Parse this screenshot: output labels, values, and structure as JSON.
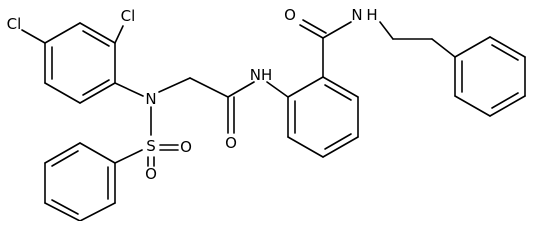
{
  "molecule": {
    "atoms": [
      {
        "key": "cl_top",
        "label": "Cl"
      },
      {
        "key": "cl_left",
        "label": "Cl"
      },
      {
        "key": "n_sulfonamide",
        "label": "N"
      },
      {
        "key": "s_sulfonyl",
        "label": "S"
      },
      {
        "key": "o_sulfonyl_right",
        "label": "O"
      },
      {
        "key": "o_sulfonyl_bottom",
        "label": "O"
      },
      {
        "key": "o_amide_middle",
        "label": "O"
      },
      {
        "key": "nh_anilide",
        "label": "NH"
      },
      {
        "key": "o_benzamide",
        "label": "O"
      },
      {
        "key": "nh_benzamide",
        "label": "N"
      },
      {
        "key": "h_benzamide",
        "label": "H"
      }
    ]
  }
}
